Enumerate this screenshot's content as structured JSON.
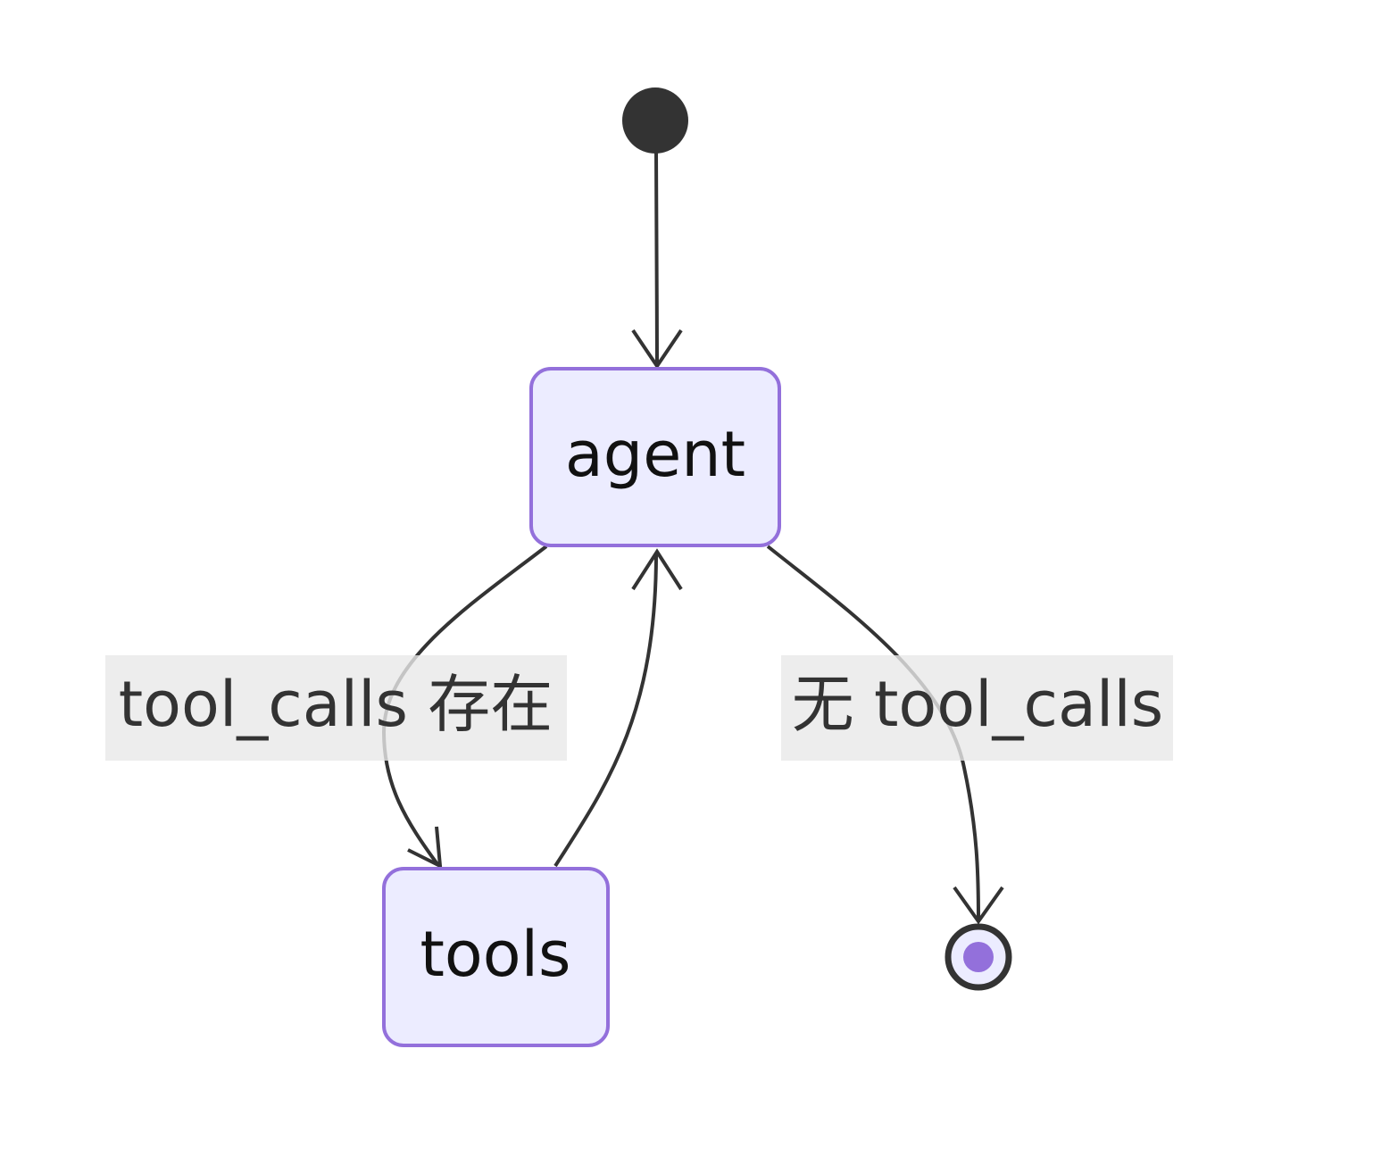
{
  "diagram": {
    "type": "state-diagram",
    "states": [
      {
        "id": "agent",
        "label": "agent"
      },
      {
        "id": "tools",
        "label": "tools"
      }
    ],
    "transitions": [
      {
        "from": "start",
        "to": "agent",
        "label": ""
      },
      {
        "from": "agent",
        "to": "tools",
        "label": "tool_calls 存在"
      },
      {
        "from": "tools",
        "to": "agent",
        "label": ""
      },
      {
        "from": "agent",
        "to": "end",
        "label": "无 tool_calls"
      }
    ],
    "colors": {
      "state_fill": "#ECECFF",
      "state_stroke": "#9370DB",
      "edge": "#333333",
      "label_bg": "#E8E8E8",
      "end_inner": "#9370DB"
    }
  }
}
